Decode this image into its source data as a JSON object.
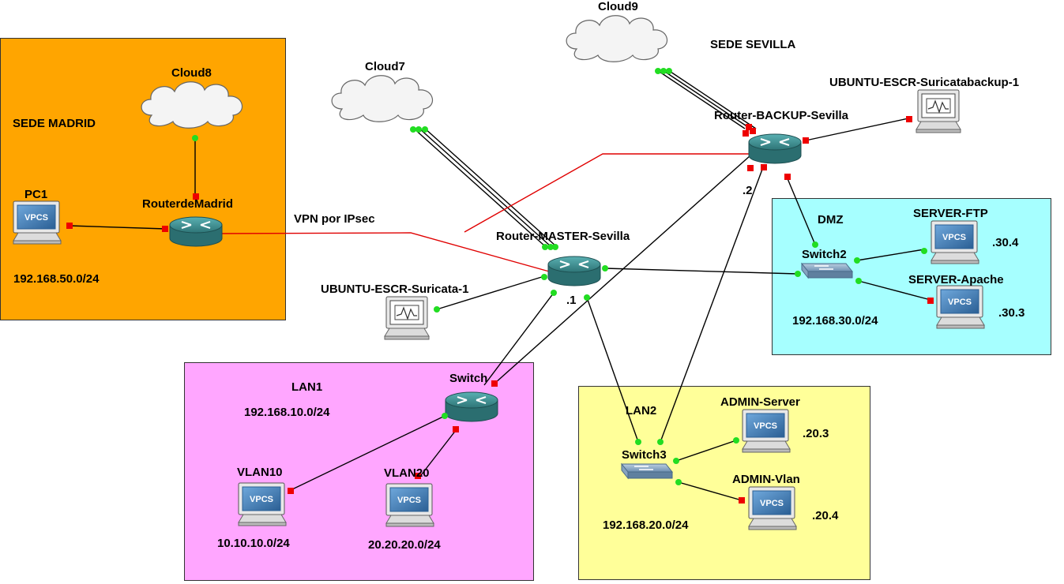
{
  "zones": {
    "madrid": {
      "title": "SEDE MADRID",
      "subnet": "192.168.50.0/24",
      "color": "#ffa500"
    },
    "sevilla": {
      "title": "SEDE SEVILLA"
    },
    "lan1": {
      "title": "LAN1",
      "subnet": "192.168.10.0/24",
      "color": "#ffa6ff"
    },
    "dmz": {
      "title": "DMZ",
      "subnet": "192.168.30.0/24",
      "color": "#a6ffff"
    },
    "lan2": {
      "title": "LAN2",
      "subnet": "192.168.20.0/24",
      "color": "#ffff99"
    }
  },
  "devices": {
    "cloud7": "Cloud7",
    "cloud8": "Cloud8",
    "cloud9": "Cloud9",
    "pc1": "PC1",
    "router_madrid": "RouterdeMadrid",
    "router_master": "Router-MASTER-Sevilla",
    "router_backup": "Router-BACKUP-Sevilla",
    "ubuntu_suricata": "UBUNTU-ESCR-Suricata-1",
    "ubuntu_backup": "UBUNTU-ESCR-Suricatabackup-1",
    "switch_lan1": "Switch",
    "switch_dmz": "Switch2",
    "switch_lan2": "Switch3",
    "server_ftp": "SERVER-FTP",
    "server_apache": "SERVER-Apache",
    "admin_server": "ADMIN-Server",
    "admin_vlan": "ADMIN-Vlan",
    "vlan10": "VLAN10",
    "vlan20": "VLAN20"
  },
  "vpc_badge": "VPCS",
  "annotations": {
    "vpn": "VPN por IPsec",
    "master_ip": ".1",
    "backup_ip": ".2",
    "ftp_ip": ".30.4",
    "apache_ip": ".30.3",
    "admin_server_ip": ".20.3",
    "admin_vlan_ip": ".20.4",
    "vlan10_subnet": "10.10.10.0/24",
    "vlan20_subnet": "20.20.20.0/24"
  },
  "colors": {
    "link": "#000000",
    "vpn_link": "#e00000",
    "port_up": "#22dd22",
    "port_down": "#ee0000",
    "router": "#3a8a8c",
    "switch": "#7a9ab8",
    "cloud_fill": "#f4f4f4",
    "vpcs_screen": "#3c79b4"
  }
}
